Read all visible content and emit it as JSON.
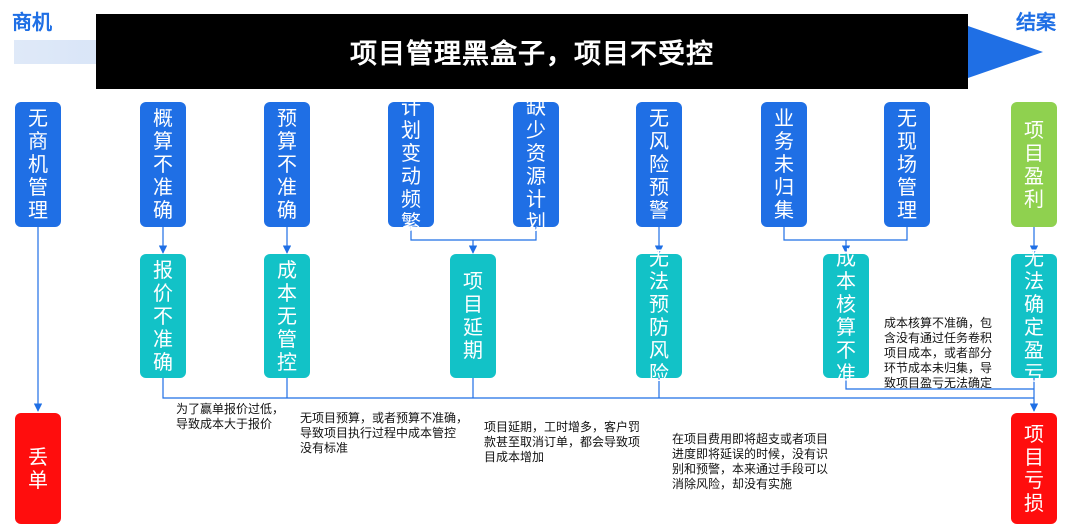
{
  "header": {
    "start_label": "商机",
    "end_label": "结案",
    "banner_title": "项目管理黑盒子，项目不受控"
  },
  "colors": {
    "blue": "#1f6fe5",
    "teal": "#12c2c7",
    "green": "#8fd14f",
    "red": "#ff0d0d",
    "banner": "#000000"
  },
  "causes": [
    {
      "id": "no-opportunity",
      "text": "无商机管理"
    },
    {
      "id": "estimate-inaccurate",
      "text": "概算不准确"
    },
    {
      "id": "budget-inaccurate",
      "text": "预算不准确"
    },
    {
      "id": "plan-changes",
      "text": "计划变动频繁"
    },
    {
      "id": "no-resource-plan",
      "text": "缺少资源计划"
    },
    {
      "id": "no-risk-warning",
      "text": "无风险预警"
    },
    {
      "id": "business-not-collected",
      "text": "业务未归集"
    },
    {
      "id": "no-site-management",
      "text": "无现场管理"
    },
    {
      "id": "project-profit",
      "text": "项目盈利"
    }
  ],
  "effects": [
    {
      "id": "quote-inaccurate",
      "text": "报价不准确"
    },
    {
      "id": "cost-unmanaged",
      "text": "成本无管控"
    },
    {
      "id": "project-delay",
      "text": "项目延期"
    },
    {
      "id": "cannot-prevent-risk",
      "text": "无法预防风险"
    },
    {
      "id": "cost-accounting-inaccurate",
      "text": "成本核算不准"
    },
    {
      "id": "cannot-determine-pnl",
      "text": "无法确定盈亏"
    }
  ],
  "outcomes": [
    {
      "id": "lost-order",
      "text": "丢单"
    },
    {
      "id": "project-loss",
      "text": "项目亏损"
    }
  ],
  "notes": [
    "为了赢单报价过低，\n导致成本大于报价",
    "无项目预算，或者预算不准确，\n导致项目执行过程中成本管控\n没有标准",
    "项目延期，工时增多，客户罚\n款甚至取消订单，都会导致项\n目成本增加",
    "在项目费用即将超支或者项目\n进度即将延误的时候，没有识\n别和预警，本来通过手段可以\n消除风险，却没有实施",
    "成本核算不准确，包\n含没有通过任务卷积\n项目成本，或者部分\n环节成本未归集，导\n致项目盈亏无法确定"
  ]
}
